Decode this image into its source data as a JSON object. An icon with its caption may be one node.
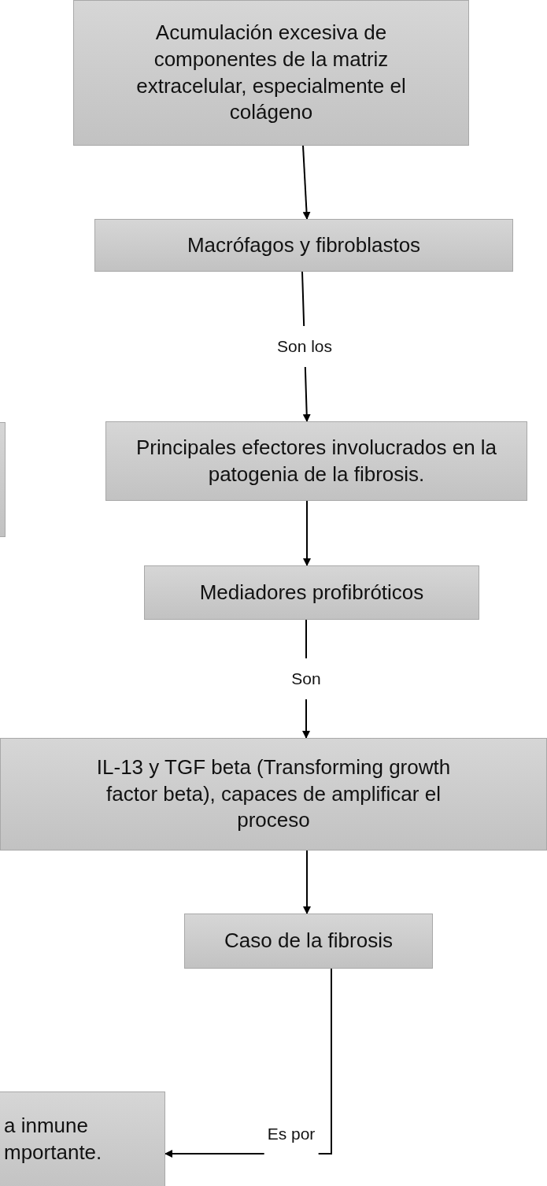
{
  "diagram": {
    "nodes": [
      {
        "text": [
          "Acumulación excesiva de componentes de la matriz extracelular, especialmente el colágeno"
        ]
      },
      {
        "text": [
          "Macrófagos y fibroblastos"
        ]
      },
      {
        "text": [
          "Principales efectores involucrados en la patogenia de la fibrosis."
        ]
      },
      {
        "text": [
          "Mediadores profibróticos"
        ]
      },
      {
        "text": [
          "IL-13 y TGF beta (Transforming growth factor beta), capaces de amplificar el proceso"
        ]
      },
      {
        "text": [
          "Caso de la fibrosis"
        ]
      },
      {
        "text": [
          "a inmune mportante."
        ]
      },
      {
        "text": [],
        "shape": "box"
      }
    ],
    "edges": [
      {
        "from": 0,
        "to": 1,
        "arrow": "to"
      },
      {
        "from": 1,
        "to": 2,
        "arrow": "to",
        "label": "Son los"
      },
      {
        "from": 2,
        "to": 3,
        "arrow": "to"
      },
      {
        "from": 3,
        "to": 4,
        "arrow": "to",
        "label": "Son"
      },
      {
        "from": 4,
        "to": 5,
        "arrow": "to"
      },
      {
        "from": 5,
        "to": 6,
        "arrow": "to",
        "label": "Es por"
      }
    ]
  }
}
